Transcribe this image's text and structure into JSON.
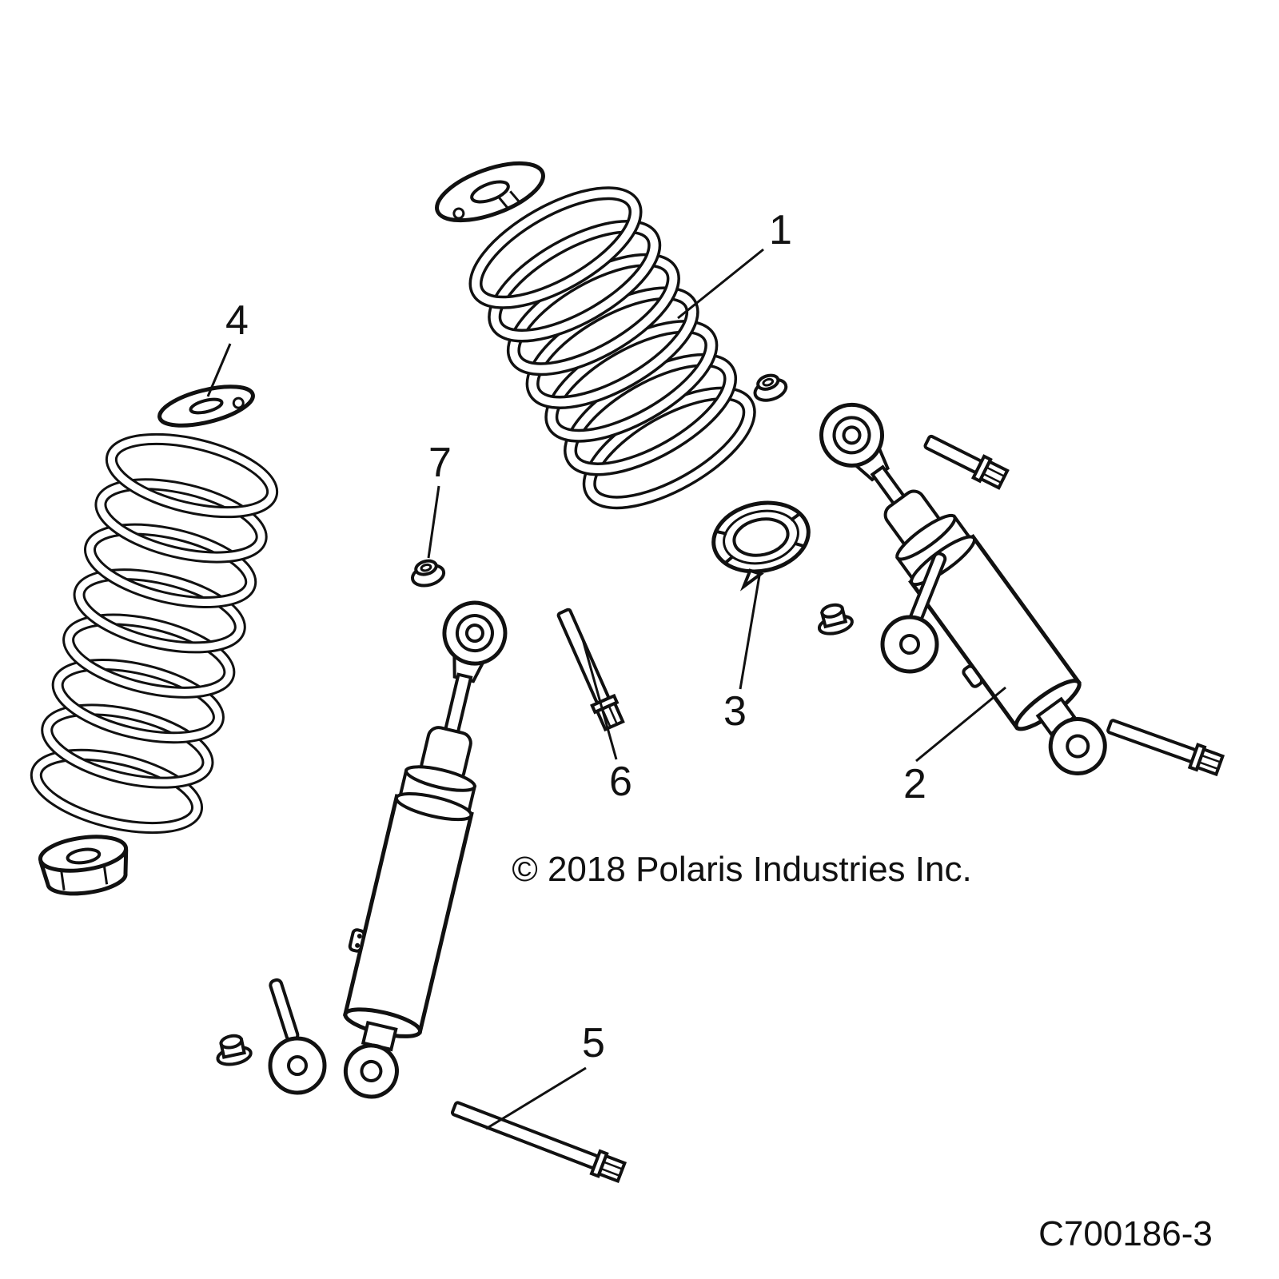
{
  "figure": {
    "background_color": "#ffffff",
    "line_color": "#111111",
    "copyright": "© 2018 Polaris Industries Inc.",
    "part_code": "C700186-3",
    "callouts": [
      {
        "label": "1"
      },
      {
        "label": "2"
      },
      {
        "label": "3"
      },
      {
        "label": "4"
      },
      {
        "label": "5"
      },
      {
        "label": "6"
      },
      {
        "label": "7"
      }
    ]
  }
}
